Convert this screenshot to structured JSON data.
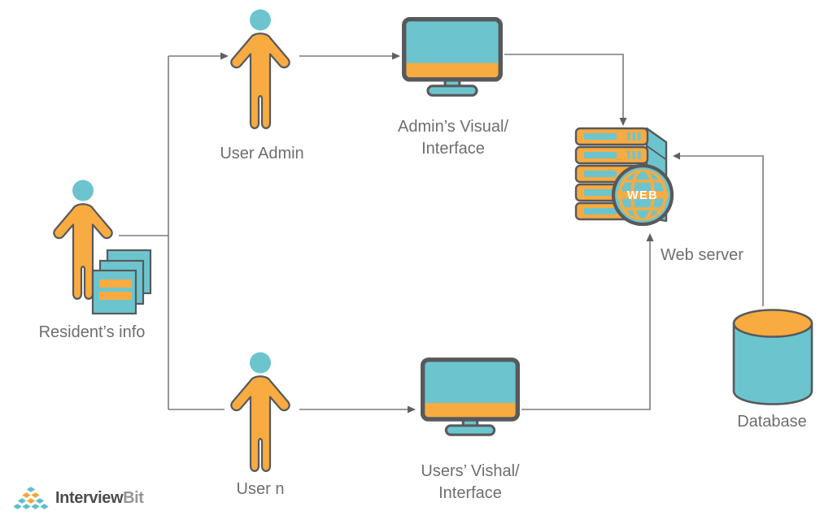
{
  "diagram": {
    "nodes": {
      "resident": {
        "label": "Resident’s info"
      },
      "user_admin": {
        "label": "User Admin"
      },
      "admin_interface": {
        "label_line1": "Admin’s Visual/",
        "label_line2": "Interface"
      },
      "user_n": {
        "label": "User n"
      },
      "users_interface": {
        "label_line1": "Users’ Vishal/",
        "label_line2": "Interface"
      },
      "web_server": {
        "label": "Web server",
        "globe_text": "WEB"
      },
      "database": {
        "label": "Database"
      }
    },
    "edges": [
      {
        "from": "resident",
        "to": "user_admin",
        "arrow": true
      },
      {
        "from": "resident",
        "to": "user_n",
        "arrow": false
      },
      {
        "from": "user_admin",
        "to": "admin_interface",
        "arrow": true
      },
      {
        "from": "admin_interface",
        "to": "web_server",
        "arrow": true
      },
      {
        "from": "user_n",
        "to": "users_interface",
        "arrow": true
      },
      {
        "from": "users_interface",
        "to": "web_server",
        "arrow": true
      },
      {
        "from": "database",
        "to": "web_server",
        "arrow": true
      }
    ],
    "colors": {
      "teal": "#6cc5ce",
      "orange": "#f8ab40",
      "icon_outline": "#58595b",
      "connector": "#7a7b7e",
      "arrowhead": "#5f6062",
      "label_text": "#6d6e71",
      "logo_primary_text": "#4b4c50",
      "logo_secondary_text": "#939598"
    }
  },
  "logo": {
    "text_primary": "Interview",
    "text_secondary": "Bit"
  }
}
